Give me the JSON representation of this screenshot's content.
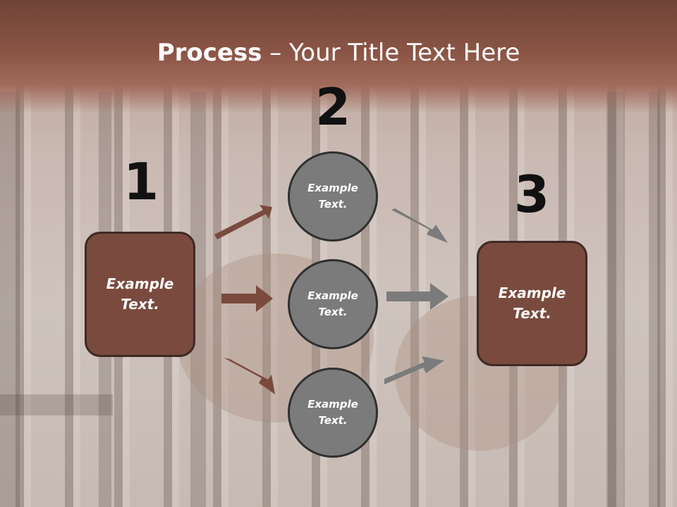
{
  "title": {
    "bold": "Process",
    "rest": " – Your Title Text Here"
  },
  "steps": [
    {
      "number": "1",
      "text": "Example\nText."
    },
    {
      "number": "2"
    },
    {
      "number": "3",
      "text": "Example\nText."
    }
  ],
  "circles": [
    {
      "text": "Example\nText."
    },
    {
      "text": "Example\nText."
    },
    {
      "text": "Example\nText."
    }
  ],
  "colors": {
    "header": "#8a5445",
    "box": "#7a4a3e",
    "circle": "#7b7b7b",
    "arrow_brown": "#7a4a3e",
    "arrow_gray": "#7b7b7b"
  }
}
